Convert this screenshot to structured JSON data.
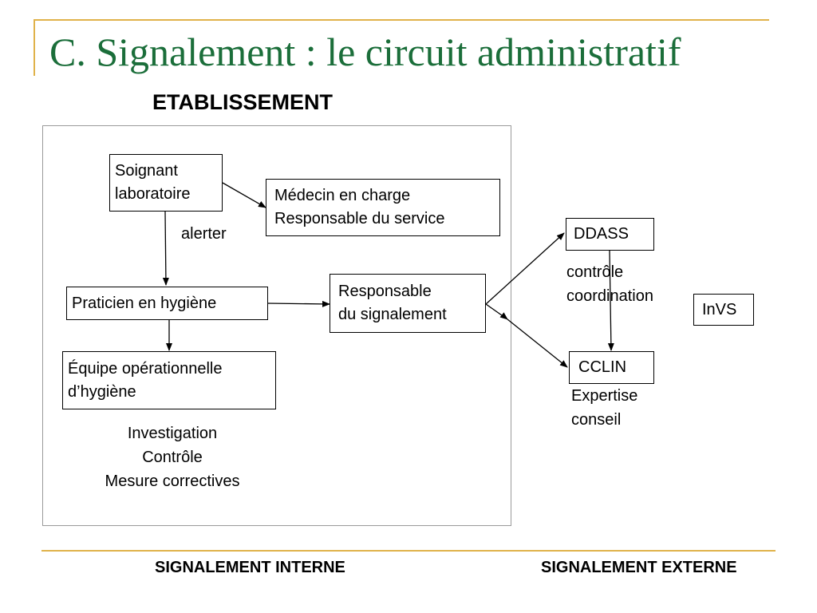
{
  "slide": {
    "title": "C. Signalement : le circuit administratif",
    "section_heading": "ETABLISSEMENT"
  },
  "nodes": {
    "soignant": [
      "Soignant",
      "laboratoire"
    ],
    "medecin": [
      "Médecin en charge",
      "Responsable du service"
    ],
    "praticien": [
      "Praticien en hygiène"
    ],
    "equipe": [
      "Équipe opérationnelle",
      "d’hygiène"
    ],
    "responsable": [
      "Responsable",
      "du signalement"
    ],
    "ddass": [
      "DDASS"
    ],
    "cclin": [
      "CCLIN"
    ],
    "invs": [
      "InVS"
    ]
  },
  "labels": {
    "alerter": "alerter",
    "actions": [
      "Investigation",
      "Contrôle",
      "Mesure correctives"
    ],
    "ddass_role": [
      "contrôle",
      "coordination"
    ],
    "cclin_role": [
      "Expertise",
      "conseil"
    ]
  },
  "footer": {
    "internal": "SIGNALEMENT INTERNE",
    "external": "SIGNALEMENT EXTERNE"
  },
  "colors": {
    "title": "#1b6e3a",
    "accent_line": "#e0b24a",
    "frame_border": "#9a9a9a"
  }
}
